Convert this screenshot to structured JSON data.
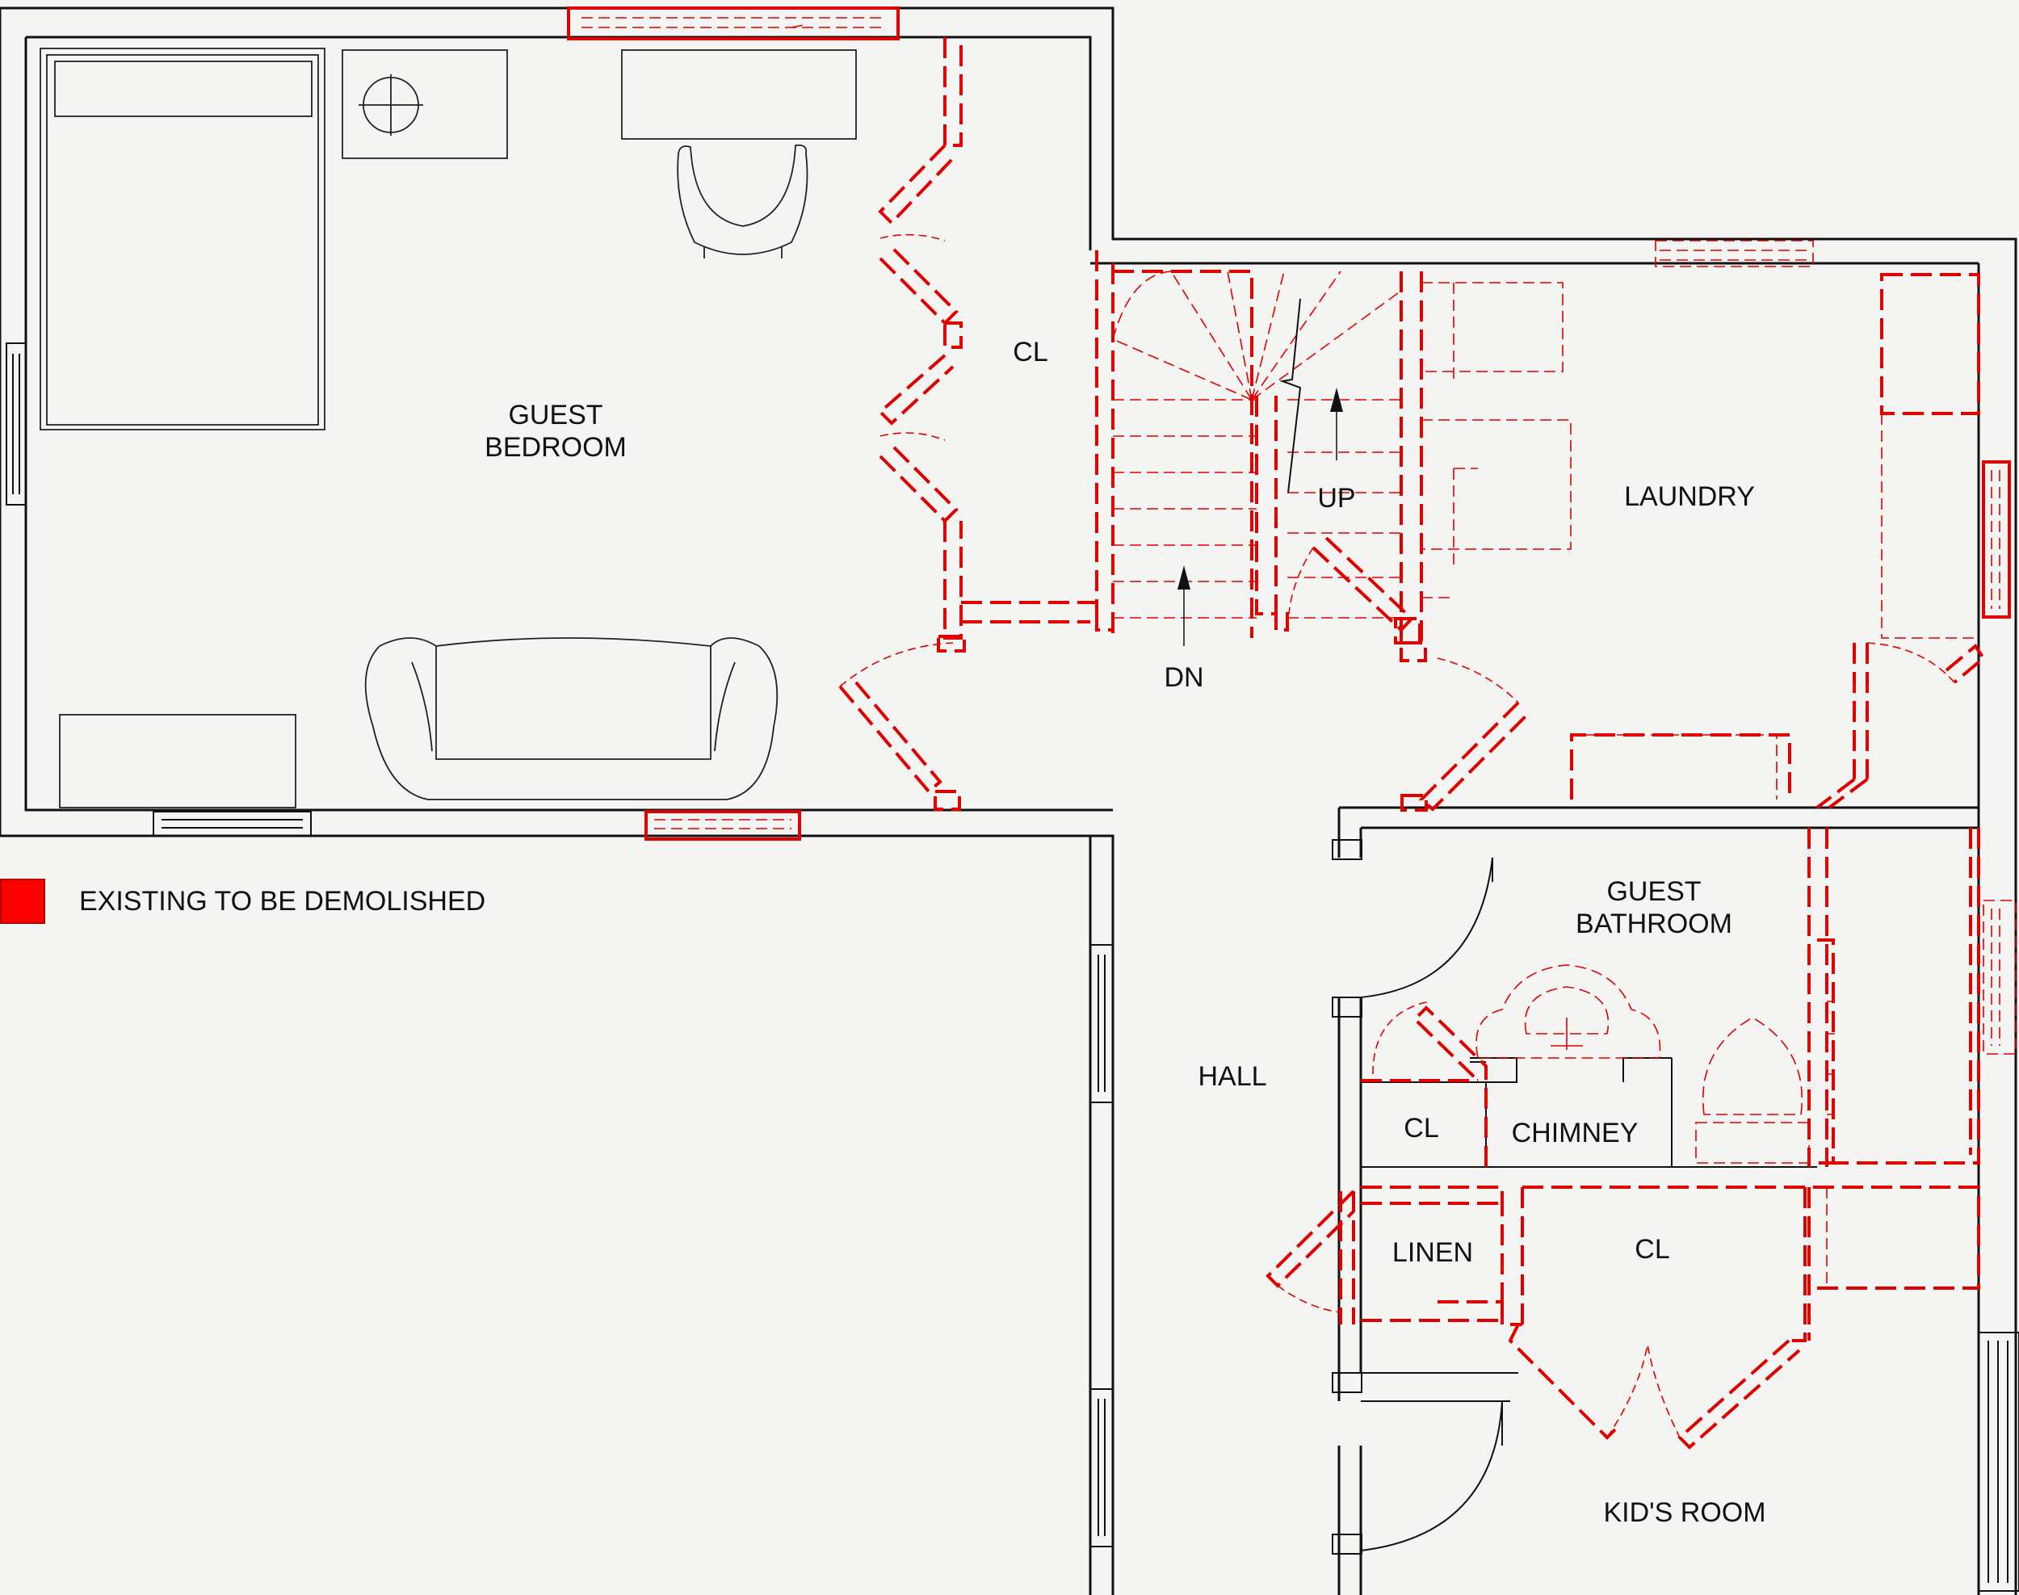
{
  "rooms": {
    "guest_bedroom": [
      "GUEST",
      "BEDROOM"
    ],
    "closet_top": "CL",
    "laundry": "LAUNDRY",
    "stair_up": "UP",
    "stair_down": "DN",
    "guest_bathroom": [
      "GUEST",
      "BATHROOM"
    ],
    "hall": "HALL",
    "closet_bath": "CL",
    "chimney": "CHIMNEY",
    "linen": "LINEN",
    "closet_lower": "CL",
    "kids_room": "KID'S ROOM"
  },
  "legend": {
    "label": "EXISTING TO BE DEMOLISHED",
    "color": "#ff0000"
  }
}
